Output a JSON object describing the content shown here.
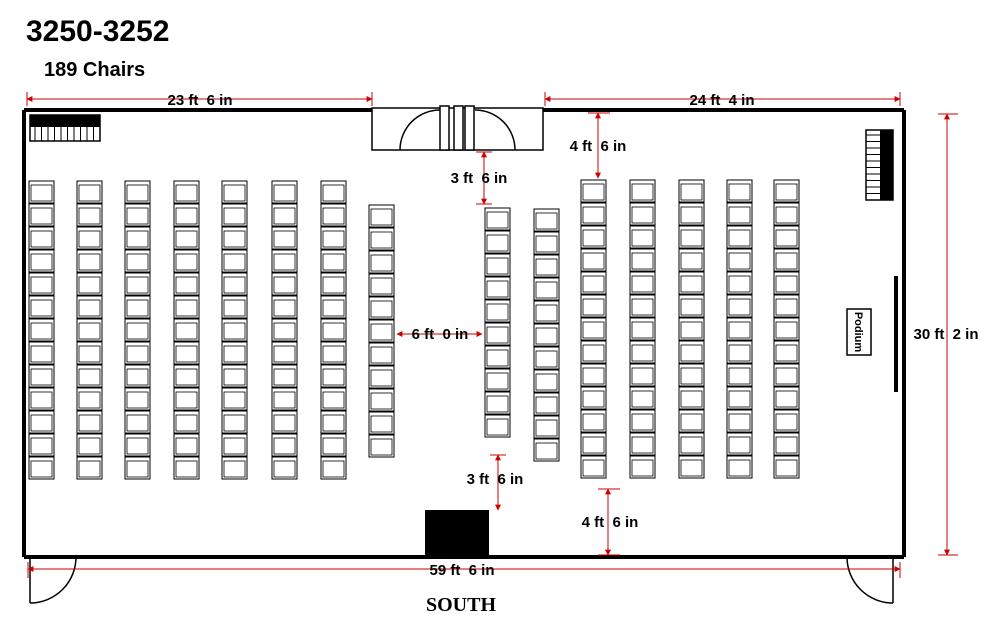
{
  "title": "3250-3252",
  "chair_count": "189 Chairs",
  "direction_label": "SOUTH",
  "podium_label": "Podium",
  "dimensions": {
    "top_left_width": "23 ft  6 in",
    "top_right_width": "24 ft  4 in",
    "total_width": "59 ft  6 in",
    "room_depth": "30 ft  2 in",
    "front_gap_right": "4 ft  6 in",
    "front_gap_center": "3 ft  6 in",
    "center_aisle": "6 ft  0 in",
    "rear_gap_center": "3 ft  6 in",
    "rear_gap_right": "4 ft  6 in"
  },
  "colors": {
    "wall": "#000000",
    "dimension_line": "#cc0000",
    "chair_outline": "#000000",
    "furniture_fill": "#000000"
  },
  "seating": {
    "left_columns": [
      {
        "column": 1,
        "chairs": 13
      },
      {
        "column": 2,
        "chairs": 13
      },
      {
        "column": 3,
        "chairs": 13
      },
      {
        "column": 4,
        "chairs": 13
      },
      {
        "column": 5,
        "chairs": 13
      },
      {
        "column": 6,
        "chairs": 13
      },
      {
        "column": 7,
        "chairs": 13
      },
      {
        "column": 8,
        "chairs": 11
      }
    ],
    "right_columns": [
      {
        "column": 9,
        "chairs": 10
      },
      {
        "column": 10,
        "chairs": 11
      },
      {
        "column": 11,
        "chairs": 13
      },
      {
        "column": 12,
        "chairs": 13
      },
      {
        "column": 13,
        "chairs": 13
      },
      {
        "column": 14,
        "chairs": 13
      },
      {
        "column": 15,
        "chairs": 13
      }
    ]
  }
}
